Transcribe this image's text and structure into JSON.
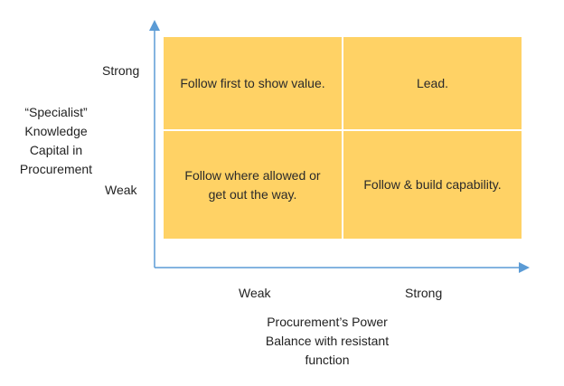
{
  "matrix": {
    "cells": {
      "top_left": "Follow first to show value.",
      "top_right": "Lead.",
      "bottom_left": "Follow where allowed or\nget out the way.",
      "bottom_right": "Follow & build capability."
    },
    "y_axis": {
      "title": "“Specialist”\nKnowledge\nCapital in\nProcurement",
      "high": "Strong",
      "low": "Weak"
    },
    "x_axis": {
      "title": "Procurement’s Power\nBalance with resistant\nfunction",
      "low": "Weak",
      "high": "Strong"
    },
    "colors": {
      "cell_fill": "#FFD265",
      "axis": "#5B9BD5"
    }
  }
}
